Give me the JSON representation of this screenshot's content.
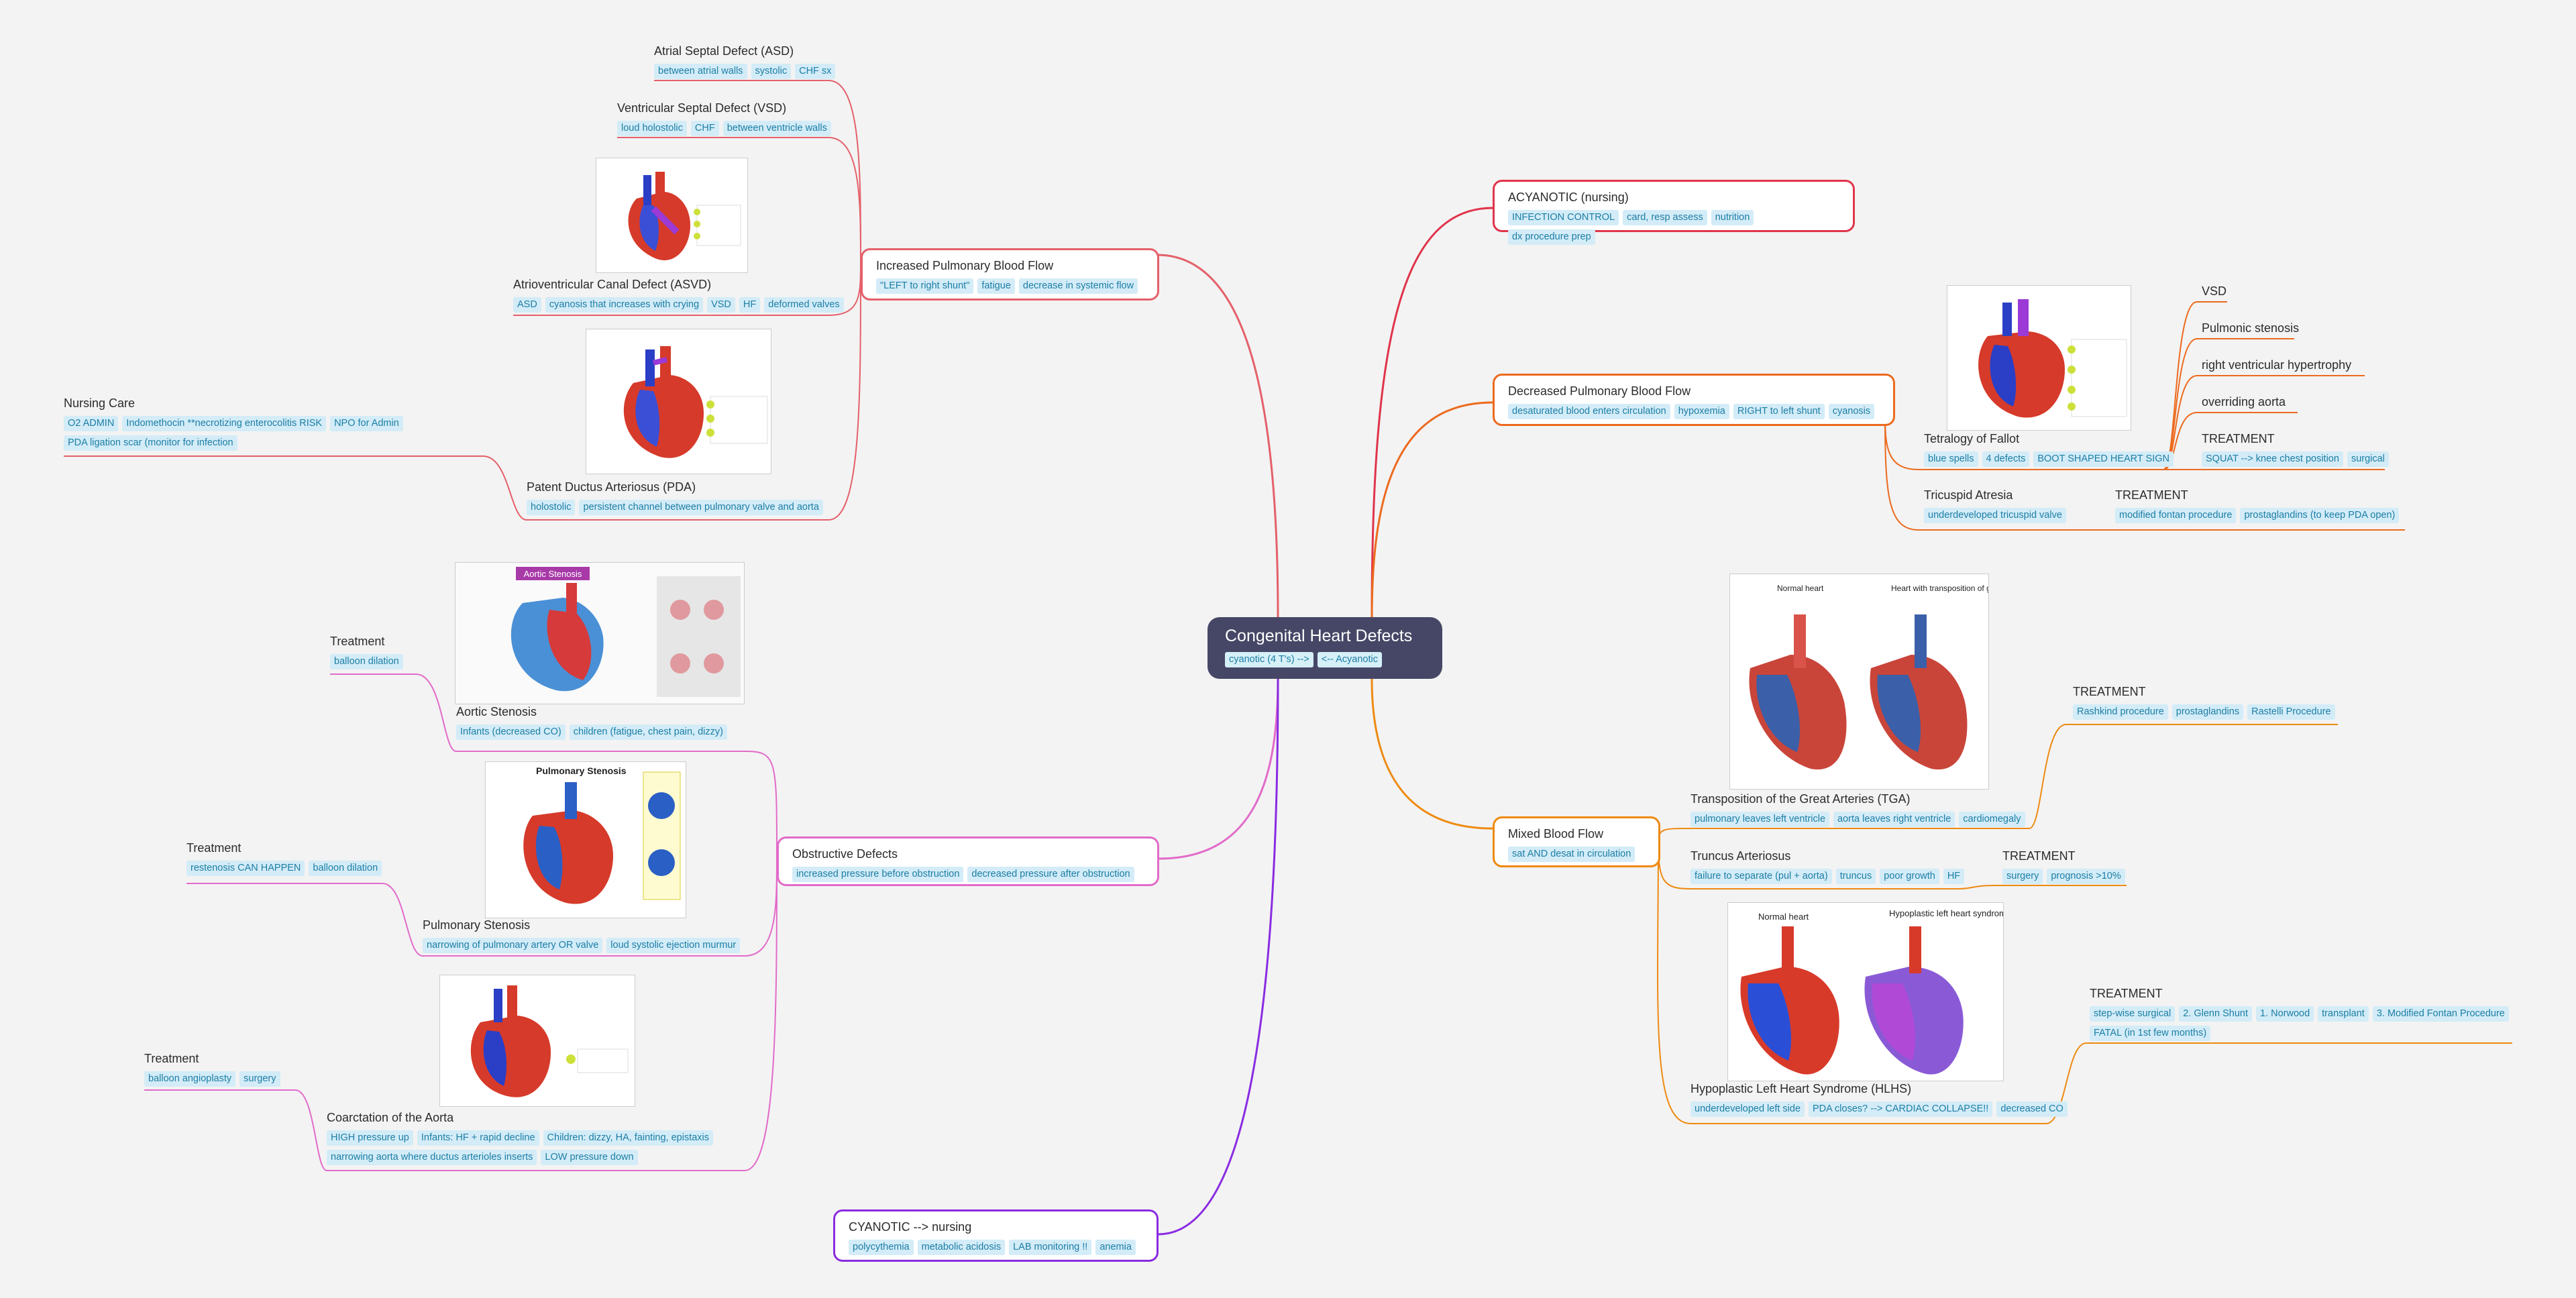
{
  "root": {
    "title": "Congenital Heart Defects",
    "tags": [
      "cyanotic (4 T's) -->",
      "<-- Acyanotic"
    ]
  },
  "increased": {
    "title": "Increased Pulmonary Blood Flow",
    "tags": [
      "\"LEFT to right shunt\"",
      "fatigue",
      "decrease in systemic flow"
    ],
    "asd": {
      "title": "Atrial Septal Defect (ASD)",
      "tags": [
        "between atrial walls",
        "systolic",
        "CHF sx"
      ]
    },
    "vsd": {
      "title": "Ventricular Septal Defect (VSD)",
      "tags": [
        "loud holostolic",
        "CHF",
        "between ventricle walls"
      ]
    },
    "asvd": {
      "title": "Atrioventricular Canal Defect (ASVD)",
      "tags": [
        "ASD",
        "cyanosis that increases with crying",
        "VSD",
        "HF",
        "deformed valves"
      ]
    },
    "pda": {
      "title": "Patent Ductus Arteriosus (PDA)",
      "tags": [
        "holostolic",
        "persistent channel between pulmonary valve and aorta"
      ]
    },
    "nursing": {
      "title": "Nursing Care",
      "tags": [
        "O2 ADMIN",
        "Indomethocin **necrotizing enterocolitis RISK",
        "NPO for Admin",
        "PDA ligation scar (monitor for infection"
      ]
    }
  },
  "obstructive": {
    "title": "Obstructive Defects",
    "tags": [
      "increased pressure before obstruction",
      "decreased pressure after obstruction"
    ],
    "aortic": {
      "title": "Aortic Stenosis",
      "tags": [
        "Infants (decreased CO)",
        "children (fatigue, chest pain, dizzy)"
      ]
    },
    "aortic_tx": {
      "title": "Treatment",
      "tags": [
        "balloon dilation"
      ]
    },
    "pulm": {
      "title": "Pulmonary Stenosis",
      "tags": [
        "narrowing of pulmonary artery OR valve",
        "loud systolic ejection murmur"
      ]
    },
    "pulm_tx": {
      "title": "Treatment",
      "tags": [
        "restenosis CAN HAPPEN",
        "balloon dilation"
      ]
    },
    "coarc": {
      "title": "Coarctation of the Aorta",
      "tags": [
        "HIGH pressure up",
        "Infants: HF + rapid decline",
        "Children: dizzy, HA, fainting, epistaxis",
        "narrowing aorta where ductus arterioles inserts",
        "LOW pressure down"
      ]
    },
    "coarc_tx": {
      "title": "Treatment",
      "tags": [
        "balloon angioplasty",
        "surgery"
      ]
    }
  },
  "cyanotic": {
    "title": "CYANOTIC --> nursing",
    "tags": [
      "polycythemia",
      "metabolic acidosis",
      "LAB monitoring !!",
      "anemia"
    ]
  },
  "acyanotic": {
    "title": "ACYANOTIC (nursing)",
    "tags": [
      "INFECTION CONTROL",
      "card, resp assess",
      "nutrition",
      "dx procedure prep"
    ]
  },
  "decreased": {
    "title": "Decreased Pulmonary Blood Flow",
    "tags": [
      "desaturated blood enters circulation",
      "hypoxemia",
      "RIGHT to left shunt",
      "cyanosis"
    ],
    "tof": {
      "title": "Tetralogy of Fallot",
      "tags": [
        "blue spells",
        "4 defects",
        "BOOT SHAPED HEART SIGN"
      ]
    },
    "tof_items": [
      "VSD",
      "Pulmonic stenosis",
      "right ventricular hypertrophy",
      "overriding aorta"
    ],
    "tof_tx": {
      "title": "TREATMENT",
      "tags": [
        "SQUAT --> knee chest position",
        "surgical"
      ]
    },
    "tri": {
      "title": "Tricuspid Atresia",
      "tags": [
        "underdeveloped tricuspid valve"
      ]
    },
    "tri_tx": {
      "title": "TREATMENT",
      "tags": [
        "modified fontan procedure",
        "prostaglandins (to keep PDA open)"
      ]
    }
  },
  "mixed": {
    "title": "Mixed Blood Flow",
    "tags": [
      "sat AND desat in circulation"
    ],
    "tga": {
      "title": "Transposition of the Great Arteries (TGA)",
      "tags": [
        "pulmonary leaves left ventricle",
        "aorta leaves right ventricle",
        "cardiomegaly"
      ]
    },
    "tga_tx": {
      "title": "TREATMENT",
      "tags": [
        "Rashkind procedure",
        "prostaglandins",
        "Rastelli Procedure"
      ]
    },
    "trunc": {
      "title": "Truncus Arteriosus",
      "tags": [
        "failure to separate (pul + aorta)",
        "truncus",
        "poor growth",
        "HF"
      ]
    },
    "trunc_tx": {
      "title": "TREATMENT",
      "tags": [
        "surgery",
        "prognosis >10%"
      ]
    },
    "hlhs": {
      "title": "Hypoplastic Left Heart Syndrome (HLHS)",
      "tags": [
        "underdeveloped left side",
        "PDA closes? --> CARDIAC COLLAPSE!!",
        "decreased CO"
      ]
    },
    "hlhs_tx": {
      "title": "TREATMENT",
      "tags": [
        "step-wise surgical",
        "2. Glenn Shunt",
        "1. Norwood",
        "transplant",
        "3. Modified Fontan Procedure",
        "FATAL (in 1st few months)"
      ]
    }
  },
  "images": {
    "aortic_label": "Aortic Stenosis",
    "pulm_label": "Pulmonary Stenosis",
    "tga_labels": [
      "Normal heart",
      "Heart with transposition of great arteries"
    ],
    "hlhs_labels": [
      "Normal heart",
      "Hypoplastic left heart syndrome"
    ]
  },
  "colors": {
    "root": "#464766",
    "increased": "#e4606a",
    "acyanotic": "#e0344b",
    "decreased": "#ec6a1e",
    "mixed": "#ee8a12",
    "obstructive": "#e26bc9",
    "cyanotic": "#8a2be2",
    "tag_bg": "#d3ecf7",
    "tag_text": "#1c7ea6"
  }
}
